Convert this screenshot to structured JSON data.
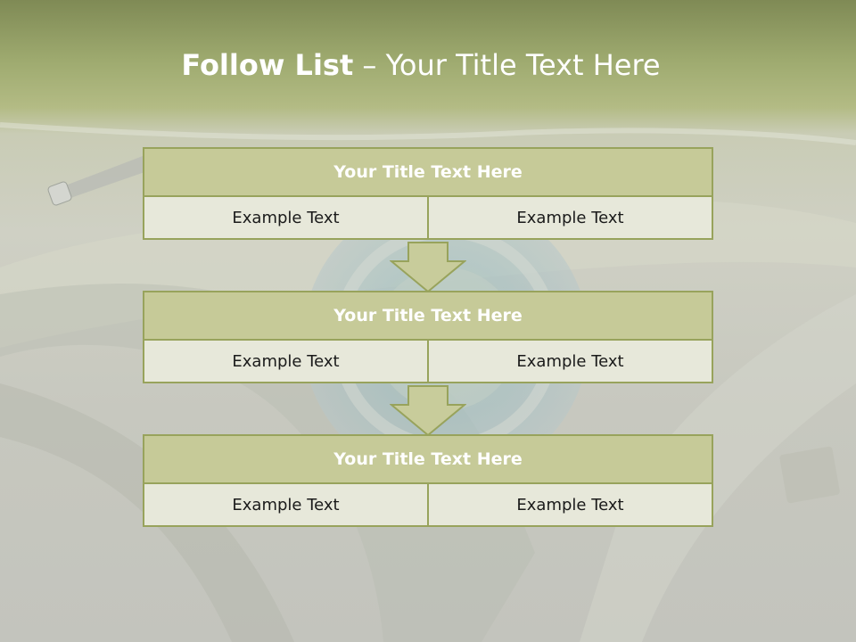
{
  "slide": {
    "title_bold": "Follow List",
    "title_rest": " – Your Title Text Here",
    "blocks": [
      {
        "heading": "Your Title Text Here",
        "left": "Example Text",
        "right": "Example Text"
      },
      {
        "heading": "Your Title Text Here",
        "left": "Example Text",
        "right": "Example Text"
      },
      {
        "heading": "Your Title Text Here",
        "left": "Example Text",
        "right": "Example Text"
      }
    ]
  },
  "colors": {
    "header_band": "#8a9560",
    "heading_fill": "#c6ca98",
    "cell_fill": "#e7e8da",
    "border": "#98a35c",
    "arrow_fill": "#c8cc9b"
  }
}
